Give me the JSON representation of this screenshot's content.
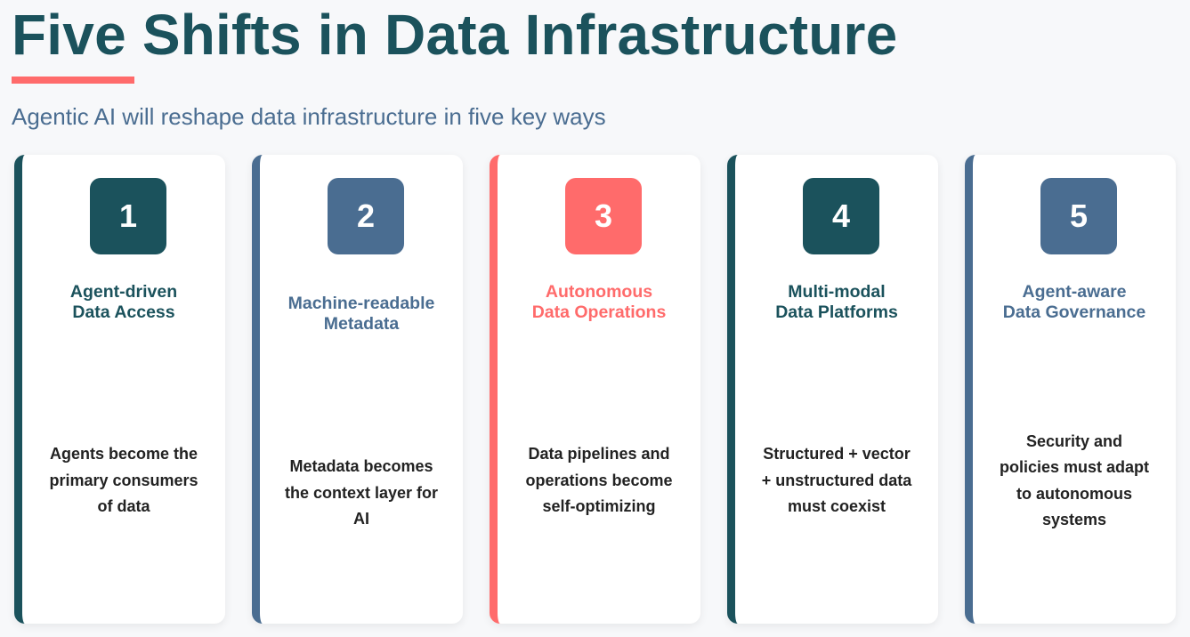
{
  "header": {
    "title": "Five Shifts in Data Infrastructure",
    "subtitle": "Agentic AI will reshape data infrastructure in five key ways"
  },
  "colors": {
    "teal": "#1b525c",
    "slate_blue": "#4a6d91",
    "coral": "#ff6b6b"
  },
  "cards": [
    {
      "number": "1",
      "title_lines": [
        "Agent-driven",
        "Data Access"
      ],
      "description_lines": [
        "Agents become the",
        "primary consumers",
        "of data"
      ]
    },
    {
      "number": "2",
      "title_lines": [
        "Machine-readable",
        "Metadata"
      ],
      "description_lines": [
        "Metadata becomes",
        "the context layer for",
        "AI"
      ]
    },
    {
      "number": "3",
      "title_lines": [
        "Autonomous",
        "Data Operations"
      ],
      "description_lines": [
        "Data pipelines and",
        "operations become",
        "self-optimizing"
      ]
    },
    {
      "number": "4",
      "title_lines": [
        "Multi-modal",
        "Data Platforms"
      ],
      "description_lines": [
        "Structured + vector",
        "+ unstructured data",
        "must coexist"
      ]
    },
    {
      "number": "5",
      "title_lines": [
        "Agent-aware",
        "Data Governance"
      ],
      "description_lines": [
        "Security and",
        "policies must adapt",
        "to autonomous",
        "systems"
      ]
    }
  ]
}
